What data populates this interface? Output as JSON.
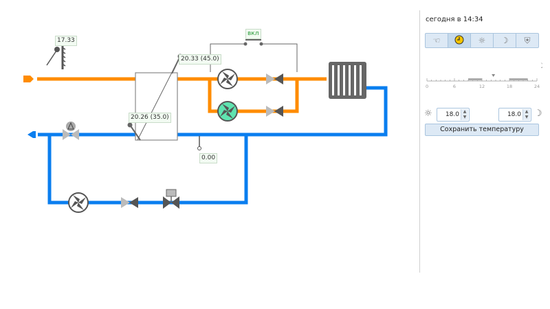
{
  "scheme": {
    "colors": {
      "supply": "#ff8c00",
      "return": "#0a7eef",
      "pump_active": "#5fe3b0",
      "device": "#666666"
    },
    "sensors": {
      "outdoor_temp": "17.33",
      "supply_after_hx": "20.33 (45.0)",
      "return_before_hx": "20.26 (35.0)",
      "pressure": "0.00"
    },
    "pump_switch_label": "вкл"
  },
  "panel": {
    "title_prefix": "сегодня",
    "title_at": "в",
    "title_time": "14:34",
    "modes": [
      {
        "name": "manual",
        "icon": "hand-icon",
        "glyph": "☜",
        "active": false
      },
      {
        "name": "schedule",
        "icon": "clock-icon",
        "glyph": "◷",
        "active": true
      },
      {
        "name": "day",
        "icon": "sun-icon",
        "glyph": "☼",
        "active": false
      },
      {
        "name": "night",
        "icon": "moon-icon",
        "glyph": "☽",
        "active": false
      },
      {
        "name": "protection",
        "icon": "shield-icon",
        "glyph": "⛨",
        "active": false
      }
    ],
    "timeline": {
      "ticks": [
        "0",
        "6",
        "12",
        "18",
        "24"
      ],
      "current_hour": 14.5,
      "night_icon": "☽",
      "periods": [
        [
          9,
          12
        ],
        [
          18,
          22
        ]
      ]
    },
    "day_temp": "18.0",
    "night_temp": "18.0",
    "save_label": "Сохранить температуру"
  }
}
